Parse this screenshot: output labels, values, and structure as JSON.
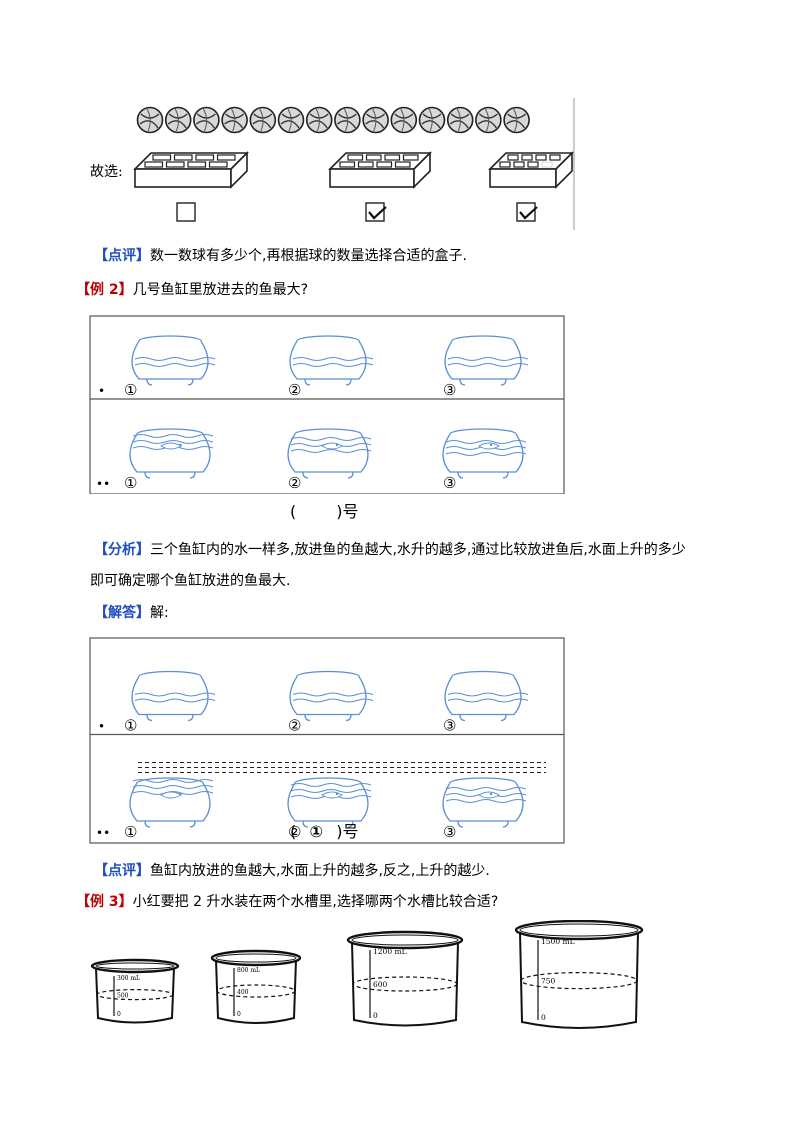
{
  "ex1_solution": {
    "ball_count": 14,
    "prefix": "故选:",
    "boxes": [
      {
        "cells": 8,
        "checked": false
      },
      {
        "cells": 8,
        "checked": true
      },
      {
        "cells": 7,
        "checked": true
      }
    ]
  },
  "ex1_comment": {
    "tag": "【点评】",
    "text": "数一数球有多少个,再根据球的数量选择合适的盒子."
  },
  "ex2": {
    "tag": "【例 2】",
    "question": "几号鱼缸里放进去的鱼最大?",
    "row1_marker": "•",
    "row2_marker": "••",
    "labels": [
      "①",
      "②",
      "③"
    ],
    "answer_left": "(",
    "answer_blank": "",
    "answer_right": ")号"
  },
  "ex2_analysis": {
    "tag": "【分析】",
    "line1": "三个鱼缸内的水一样多,放进鱼的鱼越大,水升的越多,通过比较放进鱼后,水面上升的多少",
    "line2": "即可确定哪个鱼缸放进的鱼最大."
  },
  "ex2_answer": {
    "tag": "【解答】",
    "text": "解:",
    "answer_left": "(",
    "answer_value": "①",
    "answer_right": ")号"
  },
  "ex2_comment": {
    "tag": "【点评】",
    "text": "鱼缸内放进的鱼越大,水面上升的越多,反之,上升的越少."
  },
  "ex3": {
    "tag": "【例 3】",
    "question": "小红要把 2 升水装在两个水槽里,选择哪两个水槽比较合适?",
    "tanks": [
      {
        "top": "300 mL",
        "mid": "500",
        "zero": "0"
      },
      {
        "top": "800 mL",
        "mid": "400",
        "zero": "0"
      },
      {
        "top": "1200 mL",
        "mid": "600",
        "zero": "0"
      },
      {
        "top": "1500 mL",
        "mid": "750",
        "zero": "0"
      }
    ]
  },
  "colors": {
    "tag_blue": "#1f4fbf",
    "tag_red": "#c00000",
    "fishbowl": "#5b8fd6",
    "frame": "#555555"
  }
}
